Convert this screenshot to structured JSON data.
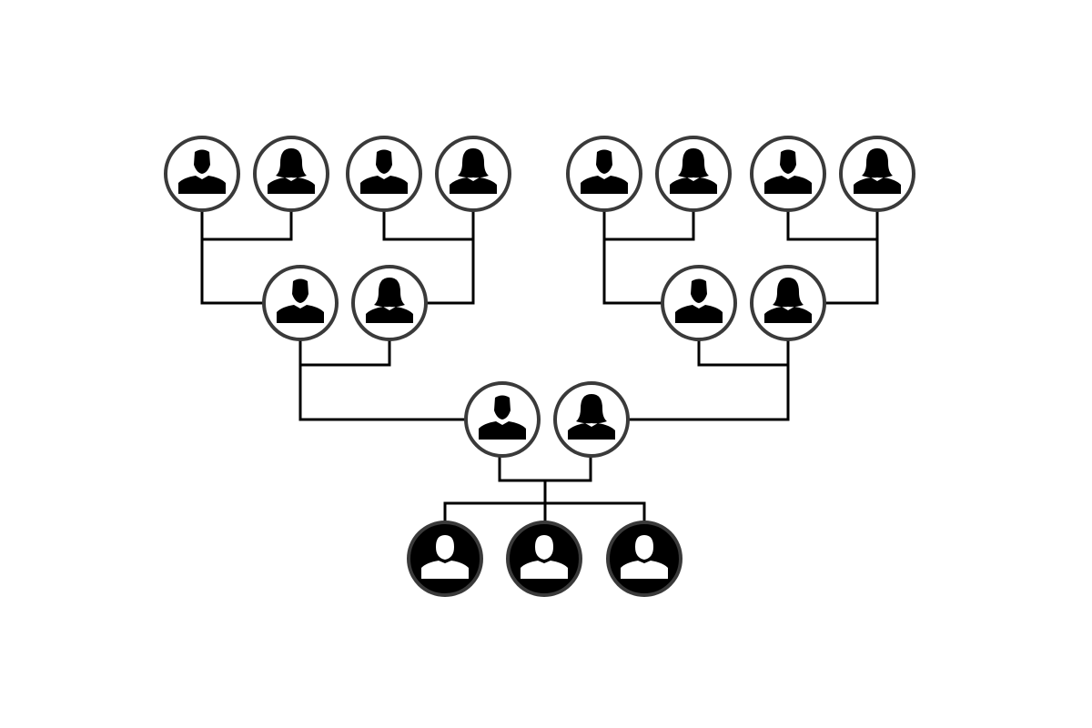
{
  "diagram": {
    "type": "family-tree",
    "colors": {
      "background": "#ffffff",
      "line": "#000000",
      "ring": "#3a3a3a",
      "ancestor_fill": "#ffffff",
      "ancestor_icon": "#000000",
      "child_fill": "#000000",
      "child_icon": "#ffffff"
    },
    "generations": [
      {
        "role": "great-grandparents",
        "members": [
          {
            "id": "ggp1",
            "icon": "male-user-icon"
          },
          {
            "id": "ggp2",
            "icon": "female-user-icon"
          },
          {
            "id": "ggp3",
            "icon": "male-user-icon"
          },
          {
            "id": "ggp4",
            "icon": "female-user-icon"
          },
          {
            "id": "ggp5",
            "icon": "male-user-icon"
          },
          {
            "id": "ggp6",
            "icon": "female-user-icon"
          },
          {
            "id": "ggp7",
            "icon": "male-user-icon"
          },
          {
            "id": "ggp8",
            "icon": "female-user-icon"
          }
        ]
      },
      {
        "role": "grandparents",
        "members": [
          {
            "id": "gp1",
            "icon": "male-user-icon"
          },
          {
            "id": "gp2",
            "icon": "female-user-icon"
          },
          {
            "id": "gp3",
            "icon": "male-user-icon"
          },
          {
            "id": "gp4",
            "icon": "female-user-icon"
          }
        ]
      },
      {
        "role": "parents",
        "members": [
          {
            "id": "p1",
            "icon": "male-user-icon"
          },
          {
            "id": "p2",
            "icon": "female-user-icon"
          }
        ]
      },
      {
        "role": "children",
        "members": [
          {
            "id": "c1",
            "icon": "user-icon"
          },
          {
            "id": "c2",
            "icon": "user-icon"
          },
          {
            "id": "c3",
            "icon": "user-icon"
          }
        ]
      }
    ]
  }
}
